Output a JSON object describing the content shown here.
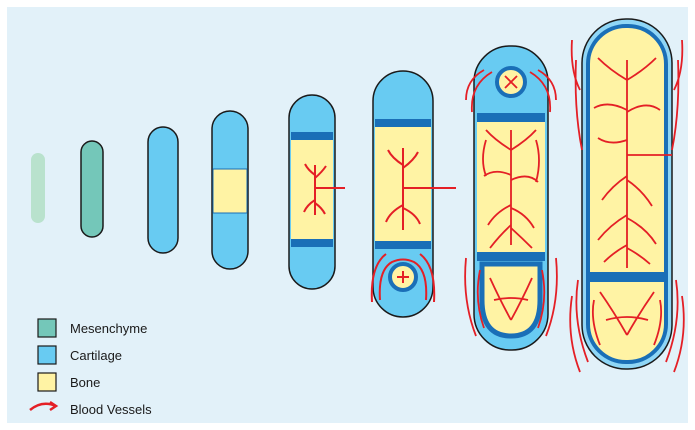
{
  "legend": {
    "items": [
      {
        "key": "mesenchyme",
        "label": "Mesenchyme",
        "color": "#74c7b9"
      },
      {
        "key": "cartilage",
        "label": "Cartilage",
        "color": "#68cbf2"
      },
      {
        "key": "bone",
        "label": "Bone",
        "color": "#fff3a4"
      },
      {
        "key": "vessels",
        "label": "Blood Vessels",
        "color": "#e41f26"
      }
    ]
  },
  "colors": {
    "background": "#e2f1f9",
    "outline": "#1a1a1a",
    "mesenchyme_faint": "#b9e2cd",
    "band": "#1a6fb7",
    "periosteum": "#8fd6f6"
  },
  "stages": [
    {
      "stage": 1,
      "tissue": "mesenchyme (faint)"
    },
    {
      "stage": 2,
      "tissue": "mesenchyme"
    },
    {
      "stage": 3,
      "tissue": "cartilage model"
    },
    {
      "stage": 4,
      "tissue": "cartilage with bone collar"
    },
    {
      "stage": 5,
      "tissue": "primary ossification center with vessels"
    },
    {
      "stage": 6,
      "tissue": "secondary ossification center forming"
    },
    {
      "stage": 7,
      "tissue": "secondary ossification centers"
    },
    {
      "stage": 8,
      "tissue": "mature long bone with growth plates"
    }
  ]
}
